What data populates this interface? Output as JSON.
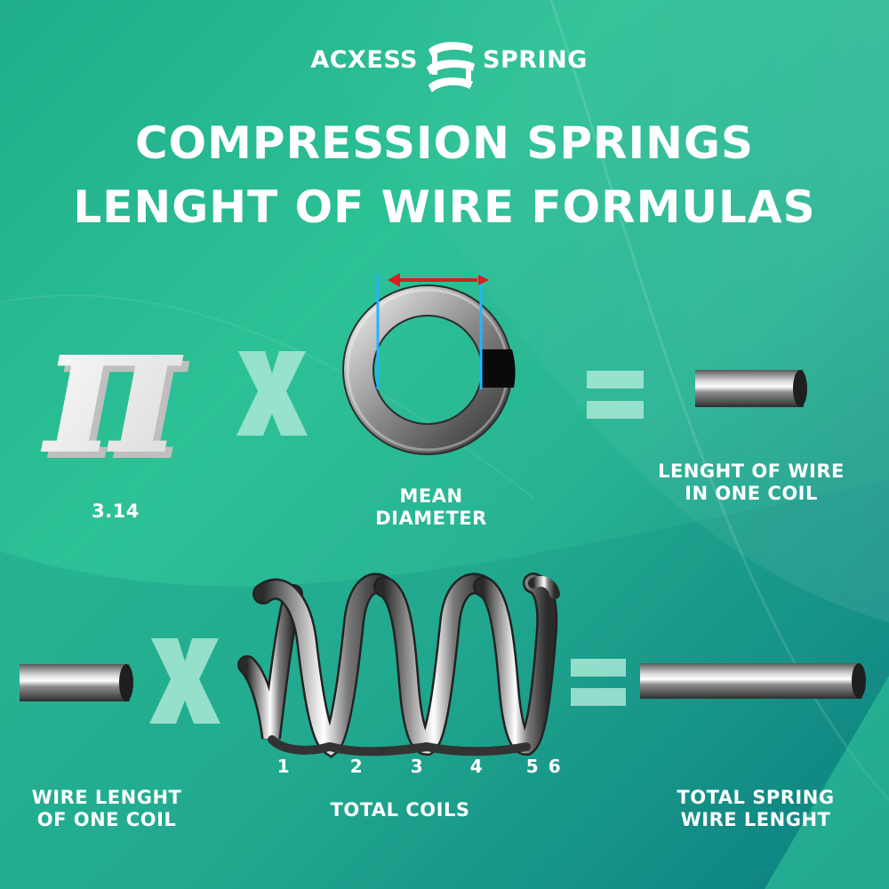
{
  "brand": {
    "left": "ACXESS",
    "right": "SPRING"
  },
  "title": {
    "line1": "COMPRESSION SPRINGS",
    "line2": "LENGHT OF WIRE FORMULAS"
  },
  "row1": {
    "pi_symbol": "π",
    "pi_label": "3.14",
    "ring_label_line1": "MEAN",
    "ring_label_line2": "DIAMETER",
    "result_label_line1": "LENGHT OF WIRE",
    "result_label_line2": "IN ONE COIL"
  },
  "row2": {
    "wire_label_line1": "WIRE LENGHT",
    "wire_label_line2": "OF ONE COIL",
    "coils_label": "TOTAL COILS",
    "coil_numbers": [
      "1",
      "2",
      "3",
      "4",
      "5",
      "6"
    ],
    "result_label_line1": "TOTAL SPRING",
    "result_label_line2": "WIRE LENGHT"
  },
  "colors": {
    "bg_light": "#32c89b",
    "bg_dark": "#0c7f80",
    "operator": "#a9e8d6",
    "arrow": "#d81e1e",
    "guide": "#22b5ff"
  }
}
